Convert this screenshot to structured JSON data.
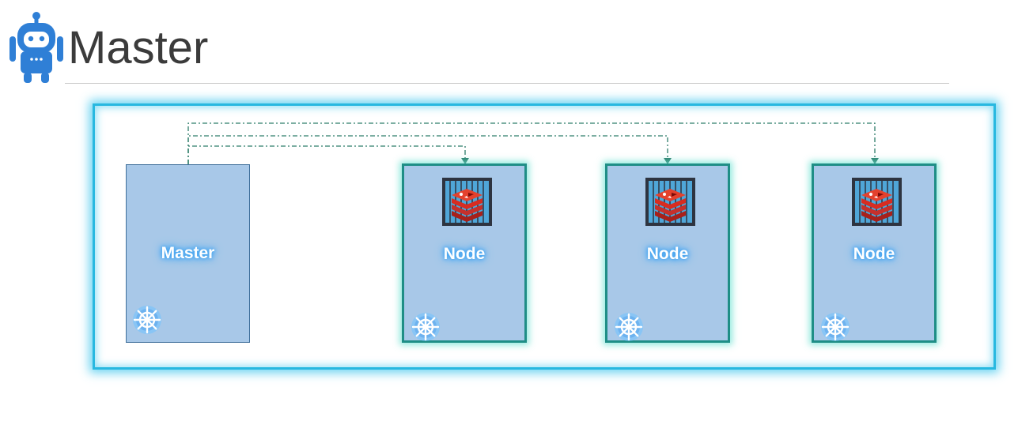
{
  "slide": {
    "title": "Master"
  },
  "icons": {
    "logo": "robot-logo-icon",
    "kubernetes": "kubernetes-helm-icon",
    "redis": "redis-container-icon"
  },
  "colors": {
    "cluster_border": "#28b8e0",
    "box_fill": "#a8c8e8",
    "master_border": "#3f6f9a",
    "node_border": "#1f8e86",
    "connector": "#2e7d6a",
    "label_glow": "#3aa0f0"
  },
  "diagram": {
    "master": {
      "label": "Master"
    },
    "nodes": [
      {
        "label": "Node"
      },
      {
        "label": "Node"
      },
      {
        "label": "Node"
      }
    ],
    "connections": [
      {
        "from": "Master",
        "to": "Node 1"
      },
      {
        "from": "Master",
        "to": "Node 2"
      },
      {
        "from": "Master",
        "to": "Node 3"
      }
    ]
  }
}
